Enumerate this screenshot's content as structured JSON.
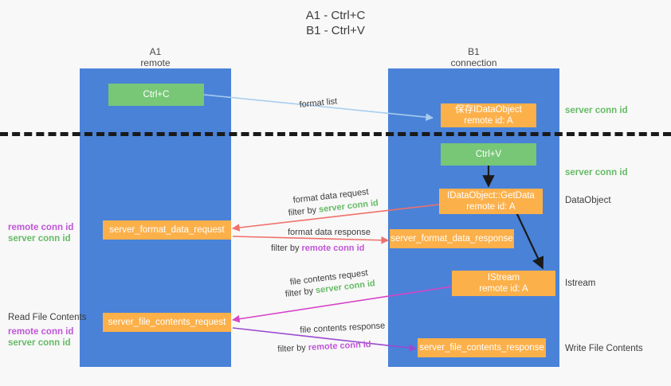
{
  "title": "A1 - Ctrl+C\nB1 - Ctrl+V",
  "columns": {
    "left": {
      "name": "A1",
      "role": "remote",
      "header": "A1\nremote"
    },
    "right": {
      "name": "B1",
      "role": "connection",
      "header": "B1\nconnection"
    }
  },
  "colors": {
    "lane": "#4a82d8",
    "green_node": "#77c777",
    "orange_node": "#fcb04a",
    "server_conn_id": "#66bb66",
    "remote_conn_id": "#c055d8",
    "arrow_blue": "#a8cdee",
    "arrow_red": "#f0706a",
    "arrow_magenta": "#d844c8",
    "arrow_purple": "#9b4ad0",
    "arrow_black": "#1a1a1a",
    "background": "#f8f8f8",
    "divider": "#1a1a1a"
  },
  "nodes": {
    "ctrl_c": "Ctrl+C",
    "ctrl_v": "Ctrl+V",
    "save_idataobject": "保存IDataObject\nremote id: A",
    "getdata": "IDataObject::GetData\nremote id: A",
    "istream": "IStream\nremote id: A",
    "server_format_data_request": "server_format_data_request",
    "server_format_data_response": "server_format_data_response",
    "server_file_contents_request": "server_file_contents_request",
    "server_file_contents_response": "server_file_contents_response"
  },
  "edge_labels": {
    "format_list": "format list",
    "format_data_request": "format data request",
    "format_data_request_filter_prefix": "filter by ",
    "format_data_request_filter_tag": "server conn id",
    "format_data_response": "format data response",
    "format_data_response_filter_prefix": "filter by ",
    "format_data_response_filter_tag": "remote conn id",
    "file_contents_request": "file contents request",
    "file_contents_request_filter_prefix": "filter by ",
    "file_contents_request_filter_tag": "server conn id",
    "file_contents_response": "file contents response",
    "file_contents_response_filter_prefix": "filter by ",
    "file_contents_response_filter_tag": "remote conn id"
  },
  "annotations": {
    "server_conn_id_top": "server conn id",
    "server_conn_id_mid": "server conn id",
    "dataobject": "DataObject",
    "istream_label": "Istream",
    "write_file_contents": "Write File Contents",
    "read_file_contents": "Read File Contents",
    "left_conn_upper_remote": "remote conn id",
    "left_conn_upper_server": "server conn id",
    "left_conn_lower_remote": "remote conn id",
    "left_conn_lower_server": "server conn id"
  }
}
